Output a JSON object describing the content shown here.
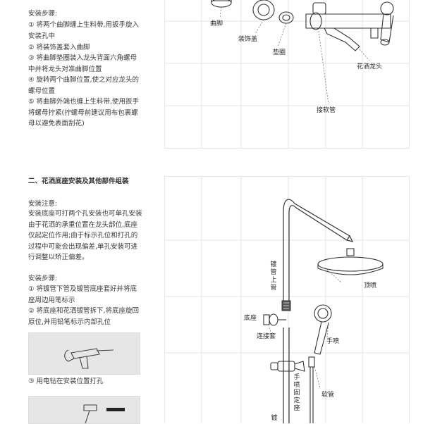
{
  "section1": {
    "steps_title": "安装步骤:",
    "step1": "① 将两个曲脚缠上生料带,用扳手旋入安装孔中",
    "step2": "② 将装饰盖套入曲脚",
    "step3": "③ 将曲脚垫圈装入龙头背面六角螺母中并将龙头对准曲脚位置",
    "step4": "④ 旋转两个曲脚位置,使之对应龙头的螺母位置",
    "step5": "⑤ 将曲脚外端也缠上生料带,使用扳手将螺母拧紧(拧螺母前建议用布包裹螺母以避免表面刮花)",
    "labels": {
      "curved_leg": "曲脚",
      "decor_cover": "装饰盖",
      "gasket": "垫圈",
      "shower_faucet": "花洒龙头",
      "hose_joint": "接软管"
    }
  },
  "section2": {
    "title": "二、花洒底座安装及其他部件组装",
    "notes_title": "安装注意:",
    "notes": "安装底座可打两个孔安装也可单孔安装由于花洒的承重位置在龙头部位,底座仅起定位作用;由于标示孔位和打孔的过程中可能会出现偏差,单孔安装可进行调整以矫正偏差。",
    "steps_title": "安装步骤:",
    "step1": "① 将镀管下管及镀管底座套好并将底座周边用笔标示",
    "step2": "② 将底座和花洒镀管拆下,将底座旋回原位,并用铅笔标示内部孔位",
    "step3": "③ 用电钻在安装位置打孔",
    "labels": {
      "upper_pipe": "镀管上管",
      "top_shower": "顶喷",
      "base": "底座",
      "connector": "连接套",
      "hand_shower": "手喷",
      "hand_holder": "手喷固定座",
      "hose": "软管",
      "lower_pipe": "镀"
    }
  },
  "colors": {
    "text": "#3a3a3a",
    "grid": "#e4e4e4",
    "line": "#333333",
    "photo_bg": "#e9e9e9"
  }
}
